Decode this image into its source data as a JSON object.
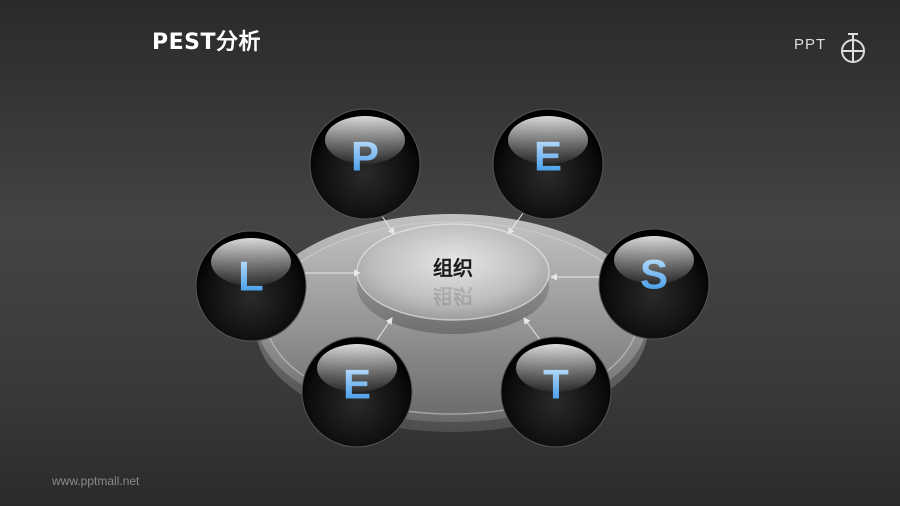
{
  "header": {
    "title": "PEST分析"
  },
  "logo": {
    "text": "PPT"
  },
  "footer": {
    "url": "www.pptmall.net"
  },
  "diagram": {
    "center_label": "组织",
    "nodes": [
      {
        "letter": "P"
      },
      {
        "letter": "E"
      },
      {
        "letter": "S"
      },
      {
        "letter": "T"
      },
      {
        "letter": "E"
      },
      {
        "letter": "L"
      }
    ],
    "colors": {
      "letter_top": "#cfe9ff",
      "letter_bottom": "#2f8fe6",
      "ball": "#111111"
    }
  }
}
